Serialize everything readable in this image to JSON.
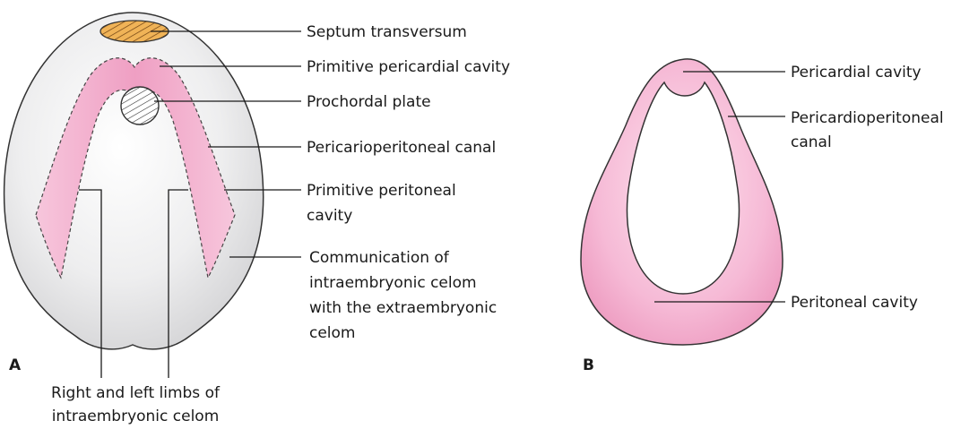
{
  "panel_a": {
    "letter": "A",
    "labels": {
      "septum": "Septum transversum",
      "pericardial": "Primitive pericardial cavity",
      "prochordal": "Prochordal plate",
      "canal": "Pericarioperitoneal canal",
      "peritoneal_1": "Primitive peritoneal",
      "peritoneal_2": "cavity",
      "communication_1": "Communication of",
      "communication_2": "intraembryonic celom",
      "communication_3": "with the extraembryonic",
      "communication_4": "celom",
      "limbs_1": "Right and left limbs of",
      "limbs_2": "intraembryonic celom"
    }
  },
  "panel_b": {
    "letter": "B",
    "labels": {
      "pericardial": "Pericardial cavity",
      "canal_1": "Pericardioperitoneal",
      "canal_2": "canal",
      "peritoneal": "Peritoneal cavity"
    }
  },
  "colors": {
    "embryo_fill": "#e6e6e8",
    "celom_pink": "#f2a7c8",
    "septum_orange": "#e8a84a"
  }
}
